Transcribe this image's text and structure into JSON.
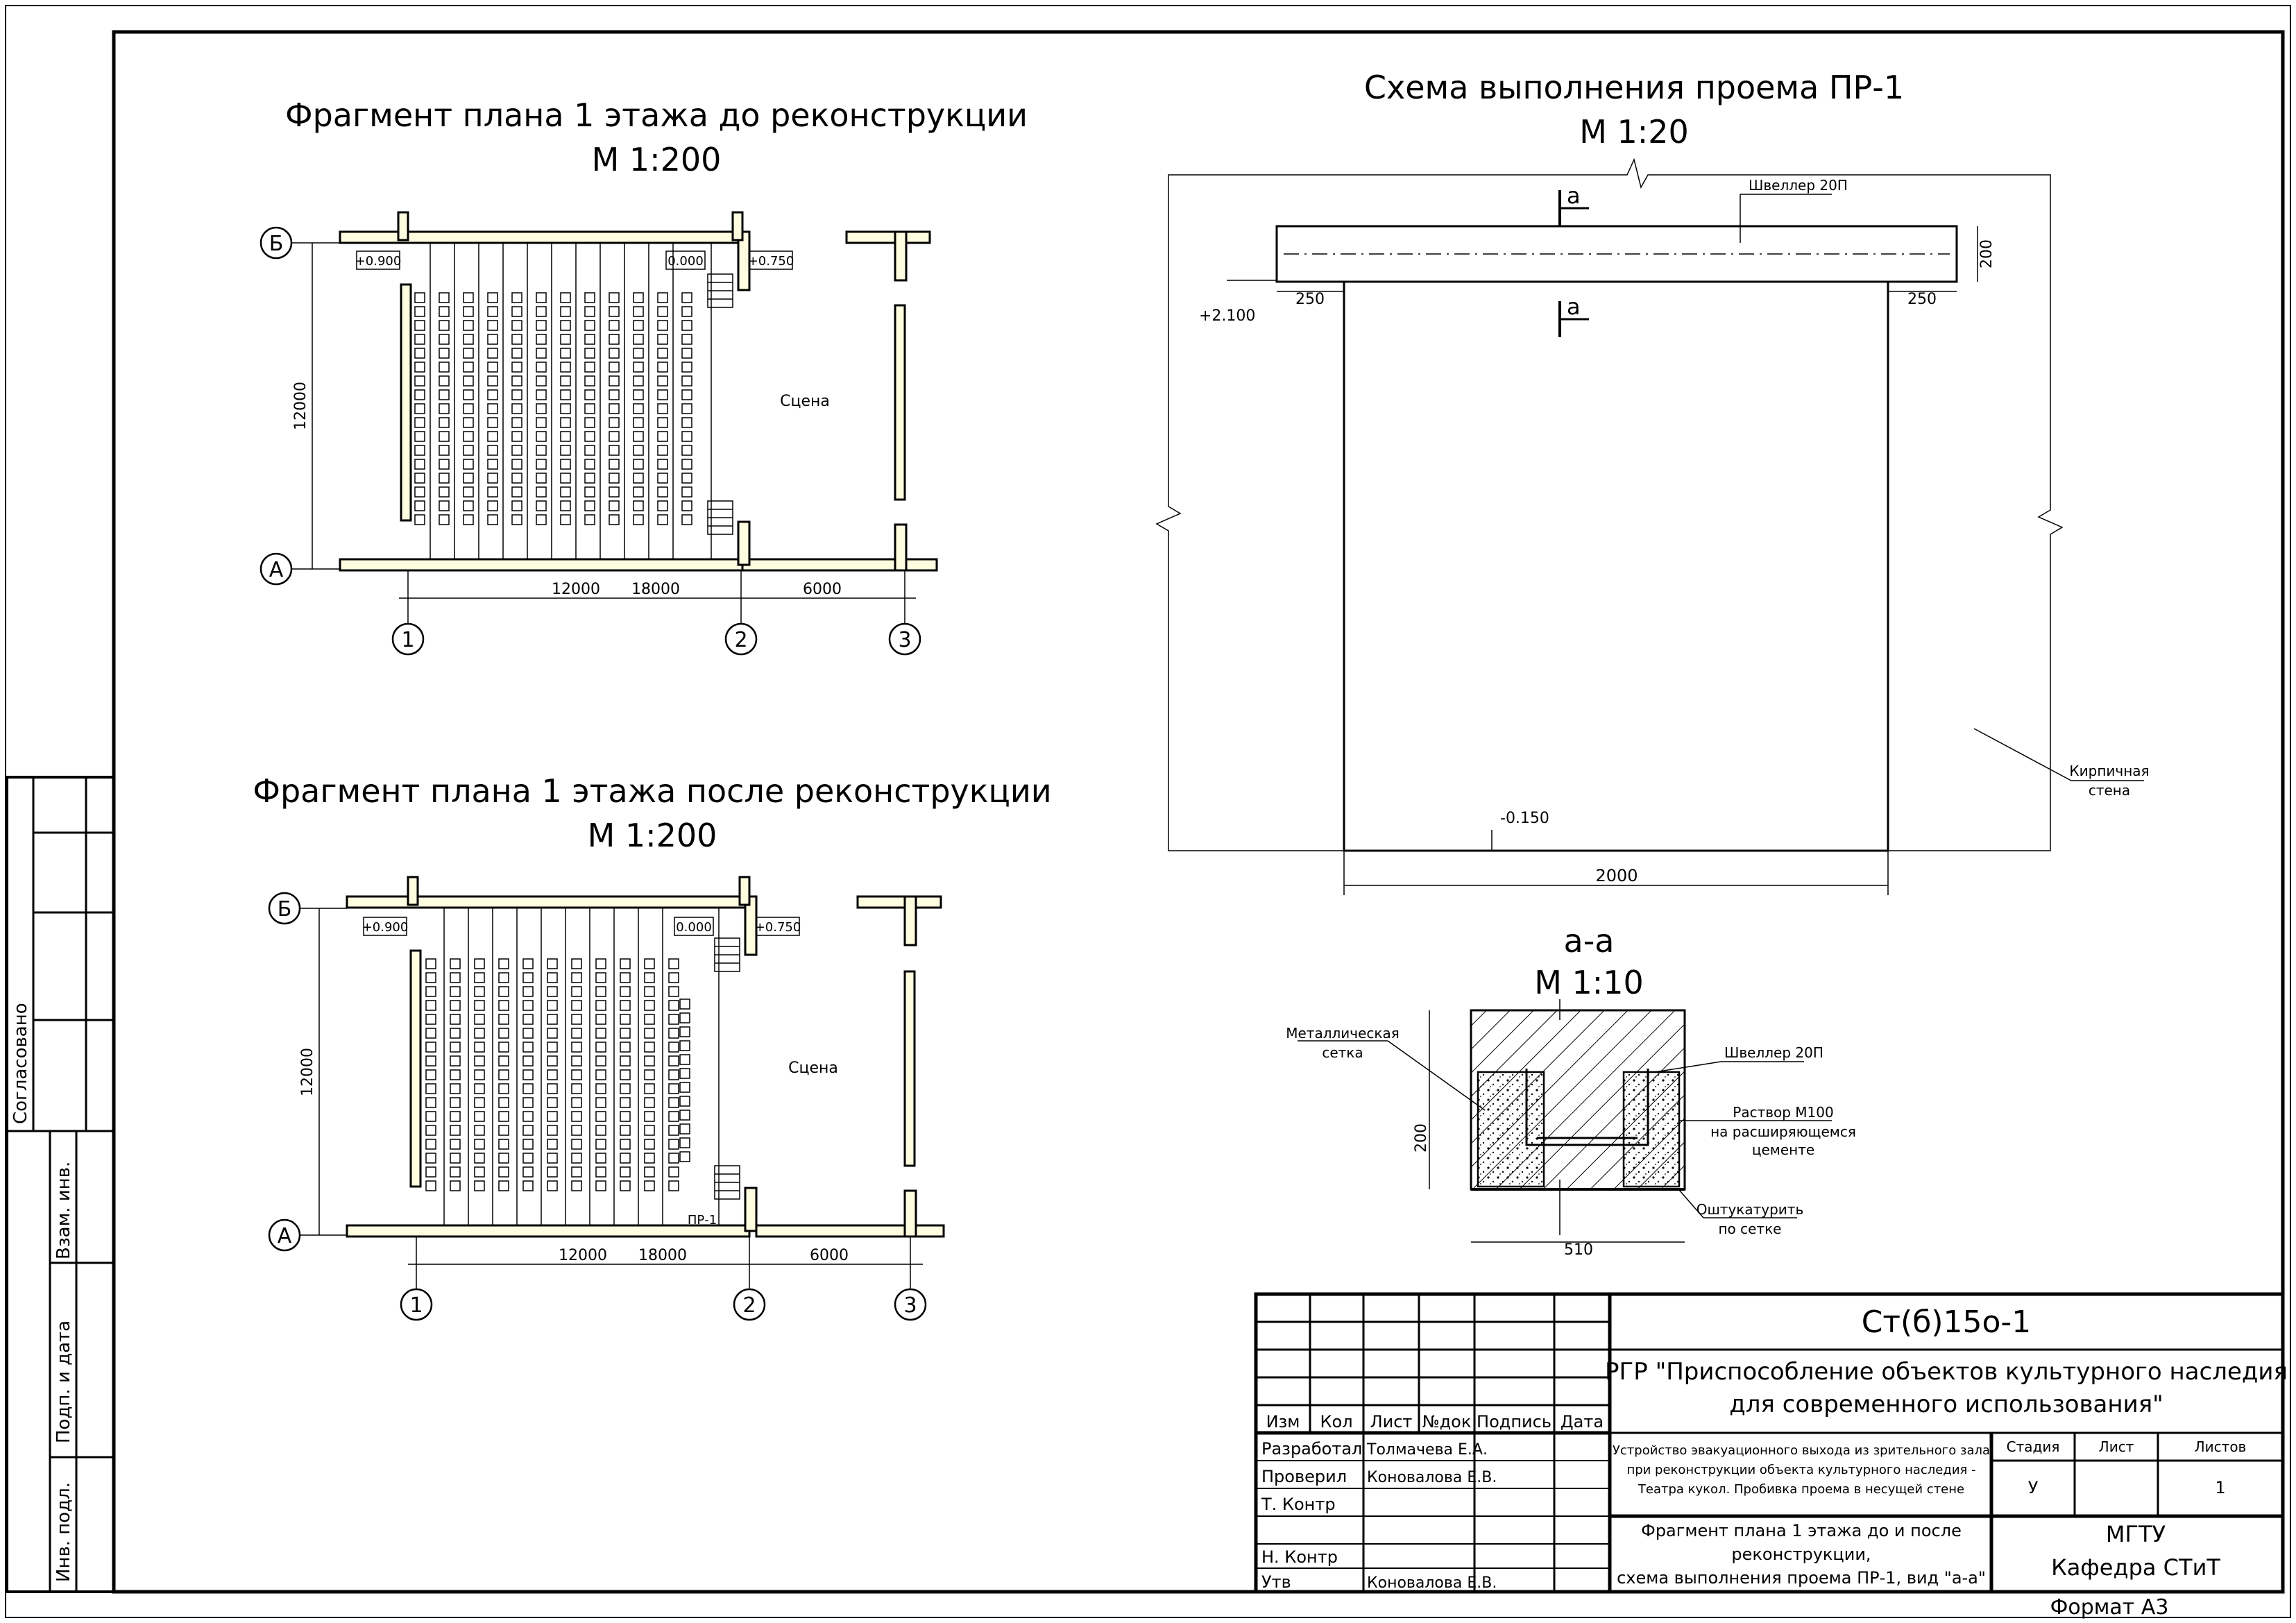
{
  "plan_before": {
    "title": "Фрагмент плана 1 этажа до реконструкции",
    "scale": "М 1:200",
    "axis_b": "Б",
    "axis_a": "А",
    "axis_1": "1",
    "axis_2": "2",
    "axis_3": "3",
    "level_1": "+0.900",
    "level_2": "0.000",
    "level_3": "+0.750",
    "stage": "Сцена",
    "dim_height": "12000",
    "dim_1": "12000",
    "dim_2": "18000",
    "dim_3": "6000"
  },
  "plan_after": {
    "title": "Фрагмент плана 1 этажа после реконструкции",
    "scale": "М 1:200",
    "axis_b": "Б",
    "axis_a": "А",
    "axis_1": "1",
    "axis_2": "2",
    "axis_3": "3",
    "level_1": "+0.900",
    "level_2": "0.000",
    "level_3": "+0.750",
    "stage": "Сцена",
    "opening": "ПР-1",
    "dim_height": "12000",
    "dim_1": "12000",
    "dim_2": "18000",
    "dim_3": "6000"
  },
  "opening_scheme": {
    "title": "Схема выполнения проема ПР-1",
    "scale": "М 1:20",
    "channel": "Швеллер 20П",
    "section_mark": "а",
    "dim_250_left": "250",
    "dim_250_right": "250",
    "dim_200": "200",
    "level_top": "+2.100",
    "level_bottom": "-0.150",
    "dim_width": "2000",
    "wall_label_1": "Кирпичная",
    "wall_label_2": "стена"
  },
  "section": {
    "title": "а-а",
    "scale": "М 1:10",
    "mesh_1": "Металлическая",
    "mesh_2": "сетка",
    "channel": "Швеллер 20П",
    "mortar_1": "Раствор М100",
    "mortar_2": "на расширяющемся",
    "mortar_3": "цементе",
    "plaster_1": "Оштукатурить",
    "plaster_2": "по сетке",
    "dim_200": "200",
    "dim_510": "510"
  },
  "side_stamp": {
    "agreed": "Согласовано",
    "inv_replace": "Взам. инв.",
    "sign_date": "Подп. и дата",
    "inv_orig": "Инв. подл."
  },
  "title_block": {
    "code": "Ст(б)15о-1",
    "work_title_1": "РГР \"Приспособление объектов культурного наследия",
    "work_title_2": "для современного использования\"",
    "col_izm": "Изм",
    "col_kol": "Кол",
    "col_list": "Лист",
    "col_ndok": "№док",
    "col_podpis": "Подпись",
    "col_data": "Дата",
    "role_1": "Разработал",
    "role_2": "Проверил",
    "role_3": "Т. Контр",
    "role_4": "Н. Контр",
    "role_5": "Утв",
    "name_1": "Толмачева Е.А.",
    "name_2": "Коновалова Е.В.",
    "name_5": "Коновалова Е.В.",
    "desc_1": "Устройство эвакуационного выхода из зрительного зала",
    "desc_2": "при реконструкции объекта культурного наследия -",
    "desc_3": "Театра кукол. Пробивка проема в несущей стене",
    "stage_h": "Стадия",
    "sheet_h": "Лист",
    "sheets_h": "Листов",
    "stage_v": "У",
    "sheets_v": "1",
    "drawing_1": "Фрагмент плана 1 этажа до и после",
    "drawing_2": "реконструкции,",
    "drawing_3": "схема выполнения проема ПР-1, вид \"а-а\"",
    "org_1": "МГТУ",
    "org_2": "Кафедра СТиТ",
    "format": "Формат А3"
  }
}
